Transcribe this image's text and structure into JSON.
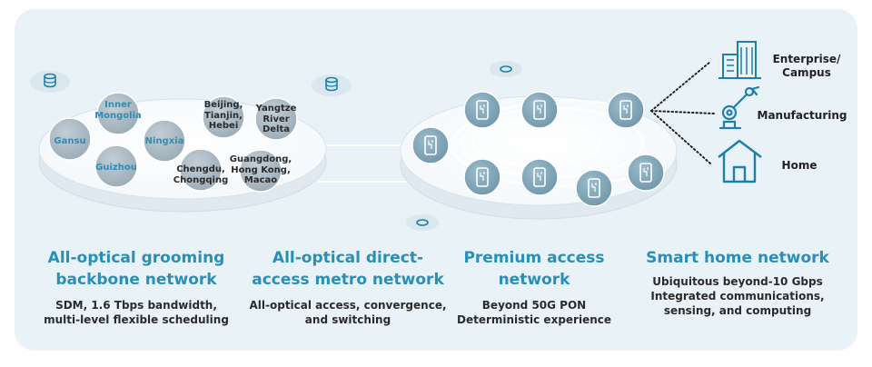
{
  "colors": {
    "accent": "#2a8fb6",
    "icon": "#1e7fa8",
    "panel": "#e9f2f6",
    "disk": "#ffffff",
    "disk_edge": "#cfdde6",
    "region_circle": "#a9b8c3",
    "region_text_light": "#2a8fb6",
    "region_text_dark": "#2b2b2b",
    "ring": "#ffffff",
    "node_fill": "#7ea2b3"
  },
  "backbone": {
    "regions": [
      {
        "id": "gansu",
        "label": "Gansu",
        "text_style": "light"
      },
      {
        "id": "inner-mongolia",
        "label": "Inner\nMongolia",
        "text_style": "light"
      },
      {
        "id": "ningxia",
        "label": "Ningxia",
        "text_style": "light"
      },
      {
        "id": "guizhou",
        "label": "Guizhou",
        "text_style": "light"
      },
      {
        "id": "beijing-tianjin-hebei",
        "label": "Beijing,\nTianjin,\nHebei",
        "text_style": "dark"
      },
      {
        "id": "yangtze-river-delta",
        "label": "Yangtze\nRiver\nDelta",
        "text_style": "dark"
      },
      {
        "id": "chengdu-chongqing",
        "label": "Chengdu,\nChongqing",
        "text_style": "dark"
      },
      {
        "id": "guangdong-hong-kong-macao",
        "label": "Guangdong,\nHong Kong,\nMacao",
        "text_style": "dark"
      }
    ]
  },
  "use_cases": [
    {
      "id": "enterprise",
      "label": "Enterprise/\nCampus",
      "icon": "building-icon"
    },
    {
      "id": "manufacturing",
      "label": "Manufacturing",
      "icon": "robot-arm-icon"
    },
    {
      "id": "home",
      "label": "Home",
      "icon": "house-icon"
    }
  ],
  "sections": [
    {
      "id": "backbone",
      "title": "All-optical grooming\nbackbone network",
      "desc": "SDM, 1.6 Tbps bandwidth,\nmulti-level flexible scheduling"
    },
    {
      "id": "metro",
      "title": "All-optical direct-\naccess metro network",
      "desc": "All-optical access, convergence,\nand switching"
    },
    {
      "id": "access",
      "title": "Premium access\nnetwork",
      "desc": "Beyond 50G PON\nDeterministic experience"
    },
    {
      "id": "home",
      "title": "Smart home network",
      "desc": "Ubiquitous beyond-10 Gbps\nIntegrated communications,\nsensing, and computing"
    }
  ]
}
